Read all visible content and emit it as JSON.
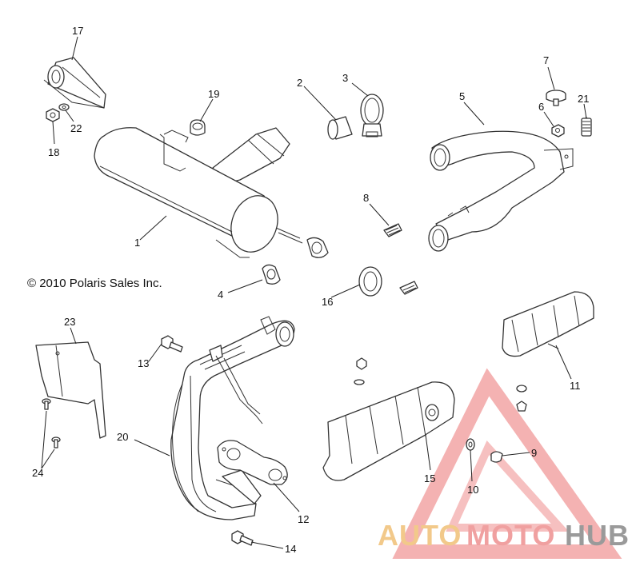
{
  "copyright": "© 2010 Polaris Sales Inc.",
  "watermark": {
    "part1": "AUTO",
    "part2": "MOTO",
    "part3": "HUB",
    "color_auto": "#f2c98a",
    "color_moto": "#f0a0a0",
    "color_hub": "#9a9a9a",
    "triangle_color": "#e85a5a"
  },
  "callouts": {
    "c1": "1",
    "c2": "2",
    "c3": "3",
    "c4": "4",
    "c5": "5",
    "c6": "6",
    "c7": "7",
    "c8": "8",
    "c9": "9",
    "c10": "10",
    "c11": "11",
    "c12": "12",
    "c13": "13",
    "c14": "14",
    "c15": "15",
    "c16": "16",
    "c17": "17",
    "c18": "18",
    "c19": "19",
    "c20": "20",
    "c21": "21",
    "c22": "22",
    "c23": "23",
    "c24": "24"
  }
}
